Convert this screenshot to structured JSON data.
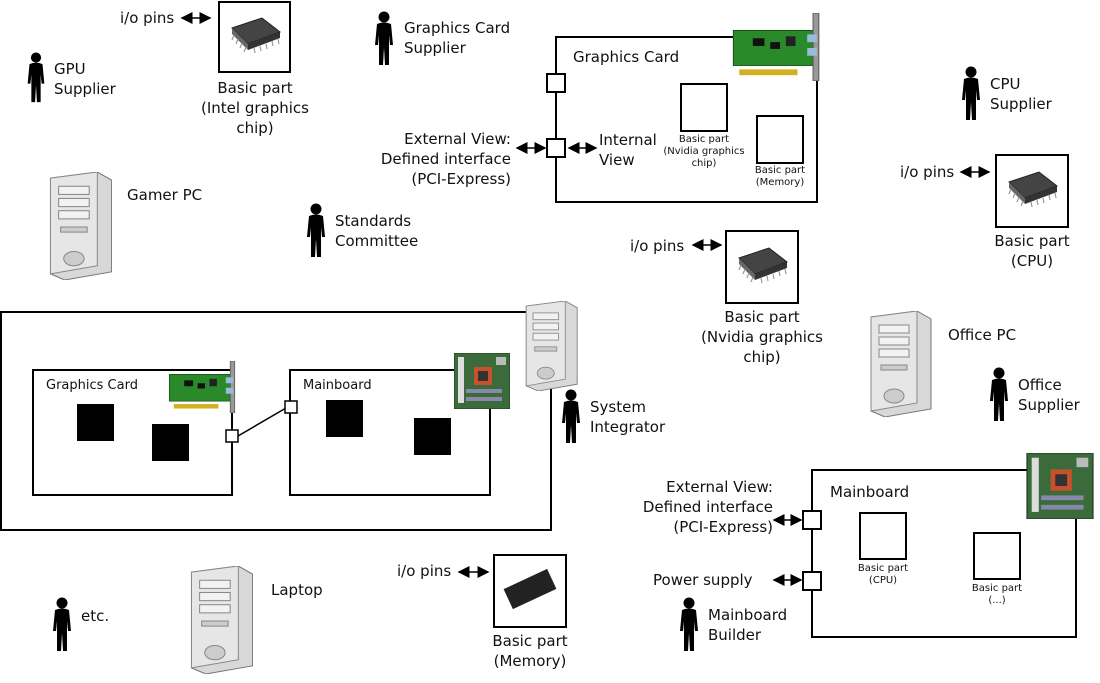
{
  "actors": {
    "gpu_supplier": "GPU\nSupplier",
    "graphics_card_supplier": "Graphics Card\nSupplier",
    "cpu_supplier": "CPU\nSupplier",
    "standards_committee": "Standards\nCommittee",
    "system_integrator": "System\nIntegrator",
    "office_supplier": "Office\nSupplier",
    "mainboard_builder": "Mainboard\nBuilder",
    "etc": "etc."
  },
  "pcs": {
    "gamer_pc": "Gamer PC",
    "office_pc": "Office PC",
    "laptop": "Laptop"
  },
  "chips": {
    "io_pins": "i/o pins",
    "intel": "Basic part\n(Intel graphics\nchip)",
    "cpu": "Basic part\n(CPU)",
    "nvidia": "Basic part\n(Nvidia graphics\nchip)",
    "memory": "Basic part\n(Memory)"
  },
  "graphics_card": {
    "title": "Graphics Card",
    "external_view": "External View:\nDefined interface\n(PCI-Express)",
    "internal_view": "Internal\nView",
    "part_nvidia": "Basic part\n(Nvidia graphics\nchip)",
    "part_memory": "Basic part\n(Memory)"
  },
  "system": {
    "graphics_card": "Graphics Card",
    "mainboard": "Mainboard"
  },
  "mainboard": {
    "title": "Mainboard",
    "external_view": "External View:\nDefined interface\n(PCI-Express)",
    "power_supply": "Power supply",
    "part_cpu": "Basic part\n(CPU)",
    "part_other": "Basic part\n(...)"
  },
  "colors": {
    "pcb": "#2a8a2a",
    "board": "#3b6b3b"
  }
}
